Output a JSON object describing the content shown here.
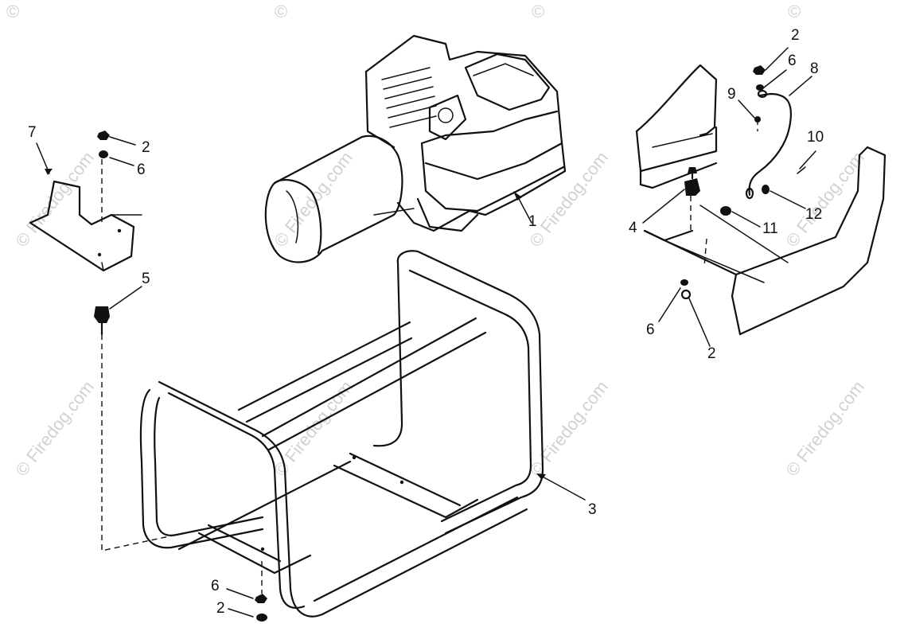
{
  "watermark": {
    "text": "© Firedog.com",
    "corner_text": "©"
  },
  "callouts": [
    {
      "id": "c1",
      "label": "1"
    },
    {
      "id": "c2a",
      "label": "2"
    },
    {
      "id": "c6a",
      "label": "6"
    },
    {
      "id": "c7",
      "label": "7"
    },
    {
      "id": "c5",
      "label": "5"
    },
    {
      "id": "c3",
      "label": "3"
    },
    {
      "id": "c6b",
      "label": "6"
    },
    {
      "id": "c2b",
      "label": "2"
    },
    {
      "id": "c2c",
      "label": "2"
    },
    {
      "id": "c6c",
      "label": "6"
    },
    {
      "id": "c8",
      "label": "8"
    },
    {
      "id": "c9",
      "label": "9"
    },
    {
      "id": "c10",
      "label": "10"
    },
    {
      "id": "c12",
      "label": "12"
    },
    {
      "id": "c11",
      "label": "11"
    },
    {
      "id": "c4",
      "label": "4"
    },
    {
      "id": "c6d",
      "label": "6"
    },
    {
      "id": "c2d",
      "label": "2"
    }
  ],
  "colors": {
    "ink": "#111111",
    "watermark": "#c9c9c9",
    "background": "#ffffff"
  }
}
